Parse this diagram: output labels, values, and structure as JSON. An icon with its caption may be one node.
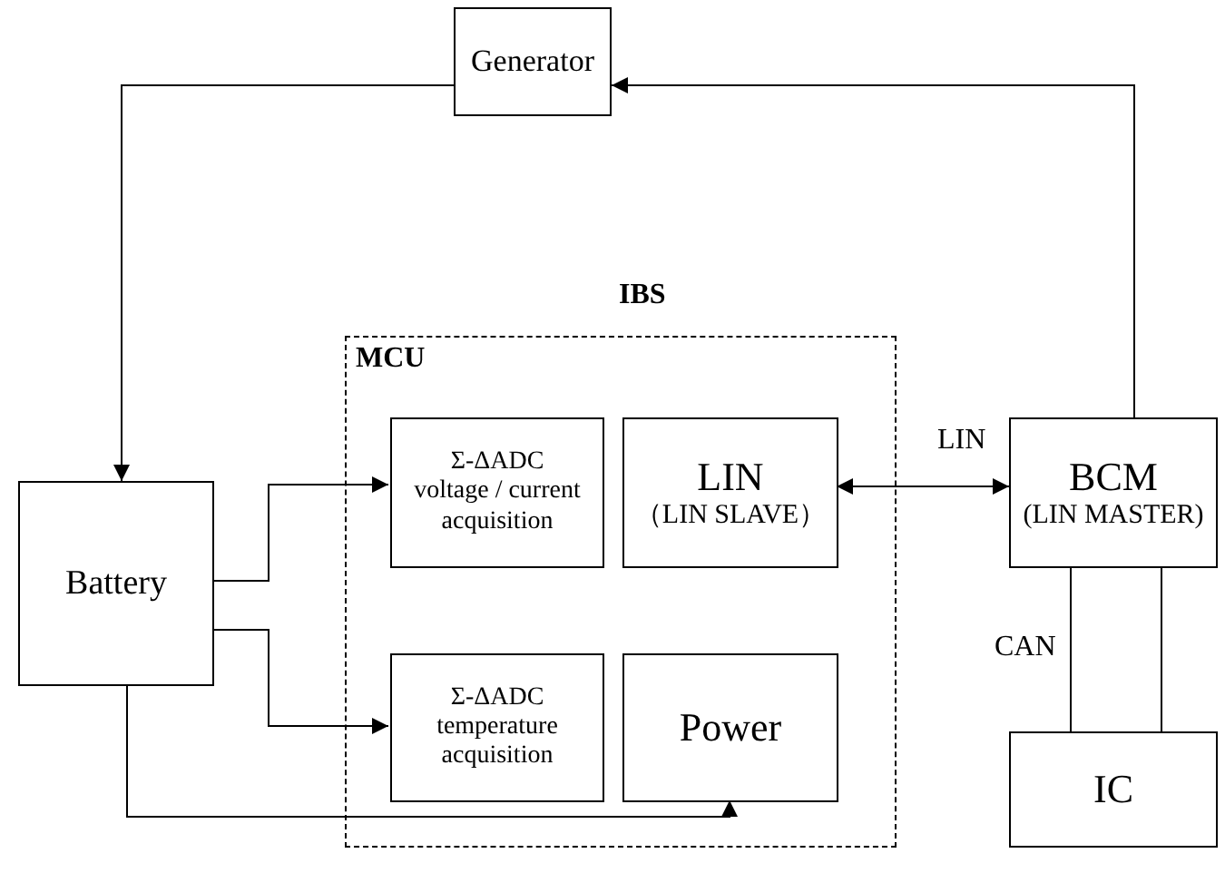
{
  "diagram": {
    "nodes": [
      {
        "text": [
          "Generator"
        ]
      },
      {
        "text": [
          "Battery"
        ]
      },
      {
        "text": [
          "IBS",
          "MCU"
        ]
      },
      {
        "text": [
          "Σ-ΔADC",
          "voltage / current acquisition"
        ],
        "in": 2
      },
      {
        "text": [
          "LIN",
          "（LIN SLAVE）"
        ],
        "in": 2
      },
      {
        "text": [
          "Σ-ΔADC",
          "temperature acquisition"
        ],
        "in": 2
      },
      {
        "text": [
          "Power"
        ],
        "in": 2
      },
      {
        "text": [
          "BCM",
          "(LIN MASTER)"
        ]
      },
      {
        "text": [
          "IC"
        ]
      }
    ],
    "edges": [
      {
        "from": 0,
        "to": 1,
        "arrow": "to"
      },
      {
        "from": 7,
        "to": 0,
        "arrow": "to"
      },
      {
        "from": 1,
        "to": 3,
        "arrow": "to"
      },
      {
        "from": 1,
        "to": 5,
        "arrow": "to"
      },
      {
        "from": 1,
        "to": 6,
        "arrow": "to"
      },
      {
        "from": 4,
        "to": 7,
        "arrow": "both",
        "label": "LIN"
      },
      {
        "from": 7,
        "to": 8,
        "arrow": "none",
        "label": "CAN"
      },
      {
        "from": 7,
        "to": 8,
        "arrow": "none"
      }
    ]
  }
}
